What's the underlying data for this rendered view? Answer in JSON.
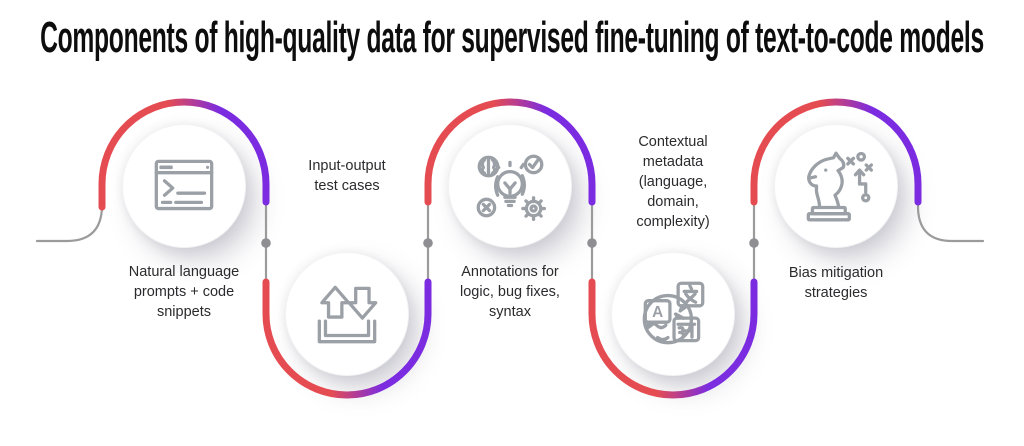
{
  "title": "Components of high-quality data for supervised fine-tuning of text-to-code models",
  "colors": {
    "path_red": "#e54c52",
    "path_purple": "#7b2be0",
    "path_gray": "#9b9b9b",
    "connector_dot": "#8e8e93",
    "icon_gray": "#9ba0a6",
    "text": "#2b2b2e",
    "title_text": "#0d0d0d",
    "background": "#ffffff"
  },
  "nodes": [
    {
      "id": 1,
      "position": "top",
      "icon": "code-terminal-window-icon",
      "label": "Natural language\nprompts + code\nsnippets"
    },
    {
      "id": 2,
      "position": "bottom",
      "icon": "input-output-arrows-icon",
      "label": "Input-output\ntest cases"
    },
    {
      "id": 3,
      "position": "top",
      "icon": "idea-annotation-icon",
      "label": "Annotations for\nlogic, bug fixes,\nsyntax"
    },
    {
      "id": 4,
      "position": "bottom",
      "icon": "translation-globe-icon",
      "label": "Contextual\nmetadata\n(language,\ndomain,\ncomplexity)"
    },
    {
      "id": 5,
      "position": "top",
      "icon": "chess-knight-strategy-icon",
      "label": "Bias mitigation\nstrategies"
    }
  ],
  "bubble_glyphs": {
    "latin": "A"
  }
}
